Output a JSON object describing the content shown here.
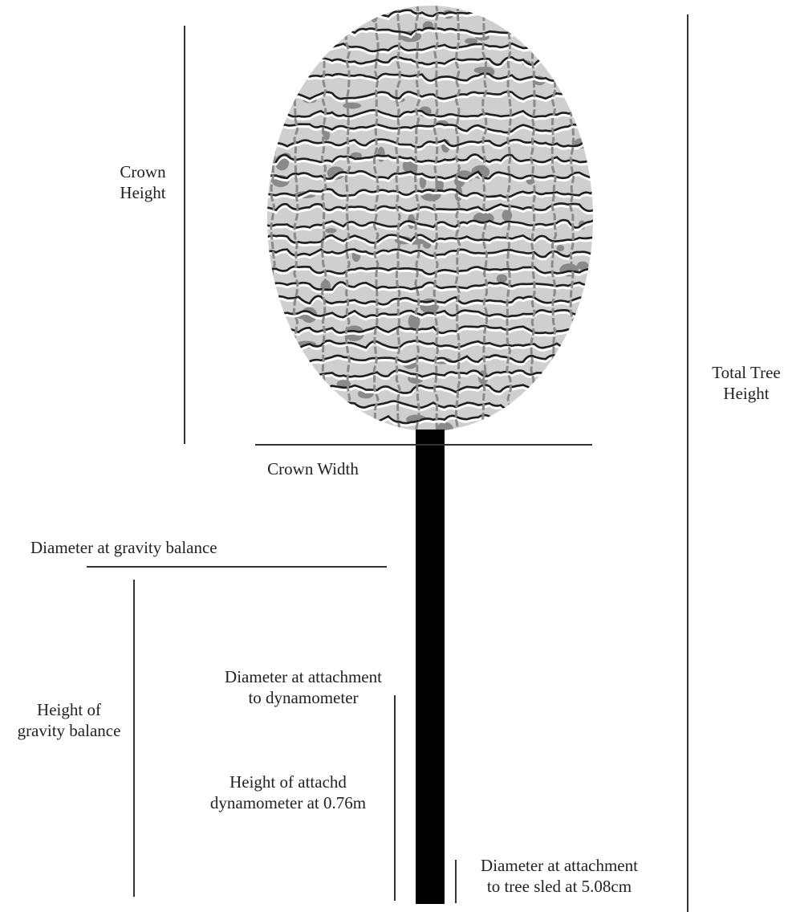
{
  "labels": {
    "crown_height": [
      "Crown",
      "Height"
    ],
    "total_tree_height": [
      "Total Tree",
      "Height"
    ],
    "crown_width": "Crown Width",
    "diameter_gravity_balance": "Diameter at gravity balance",
    "height_gravity_balance": [
      "Height of",
      "gravity balance"
    ],
    "diameter_dynamometer": [
      "Diameter at attachment",
      "to dynamometer"
    ],
    "height_dynamometer": [
      "Height of attachd",
      "dynamometer  at 0.76m"
    ],
    "diameter_tree_sled": [
      "Diameter at attachment",
      "to tree  sled at 5.08cm"
    ]
  },
  "colors": {
    "trunk": "#000000",
    "crown_light": "#d0d0d0",
    "crown_mid": "#8a8a8a",
    "crown_dark": "#1e1e1e",
    "lines": "#333333"
  }
}
